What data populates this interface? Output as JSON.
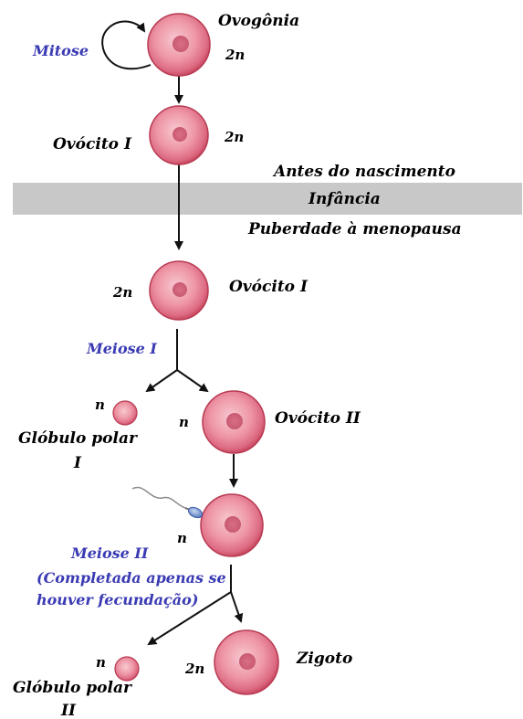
{
  "colors": {
    "band": "#c8c8c8",
    "process_text": "#3a3ab4",
    "label_text": "#000000",
    "cell_outer": "#c83c58",
    "cell_mid": "#ef9aa8",
    "cell_nucleus": "#d2667c",
    "arrow": "#111111"
  },
  "periods": {
    "before_birth": "Antes do nascimento",
    "childhood": "Infância",
    "puberty": "Puberdade à menopausa"
  },
  "processes": {
    "mitosis": "Mitose",
    "meiosis1": "Meiose I",
    "meiosis2": "Meiose II",
    "meiosis2_note_line1": "(Completada apenas se",
    "meiosis2_note_line2": "houver fecundação)"
  },
  "cells": {
    "oogonia": {
      "name": "Ovogônia",
      "ploidy": "2n"
    },
    "oocyte1_before": {
      "name": "Ovócito I",
      "ploidy": "2n"
    },
    "oocyte1_puberty": {
      "name": "Ovócito I",
      "ploidy": "2n"
    },
    "polar1": {
      "name_line1": "Glóbulo polar",
      "name_line2": "I",
      "ploidy": "n"
    },
    "oocyte2": {
      "name": "Ovócito II",
      "ploidy": "n"
    },
    "fertilized": {
      "ploidy": "n"
    },
    "polar2": {
      "name_line1": "Glóbulo polar",
      "name_line2": "II",
      "ploidy": "n"
    },
    "zygote": {
      "name": "Zigoto",
      "ploidy": "2n"
    }
  },
  "icons": {
    "sperm": "sperm-icon"
  }
}
